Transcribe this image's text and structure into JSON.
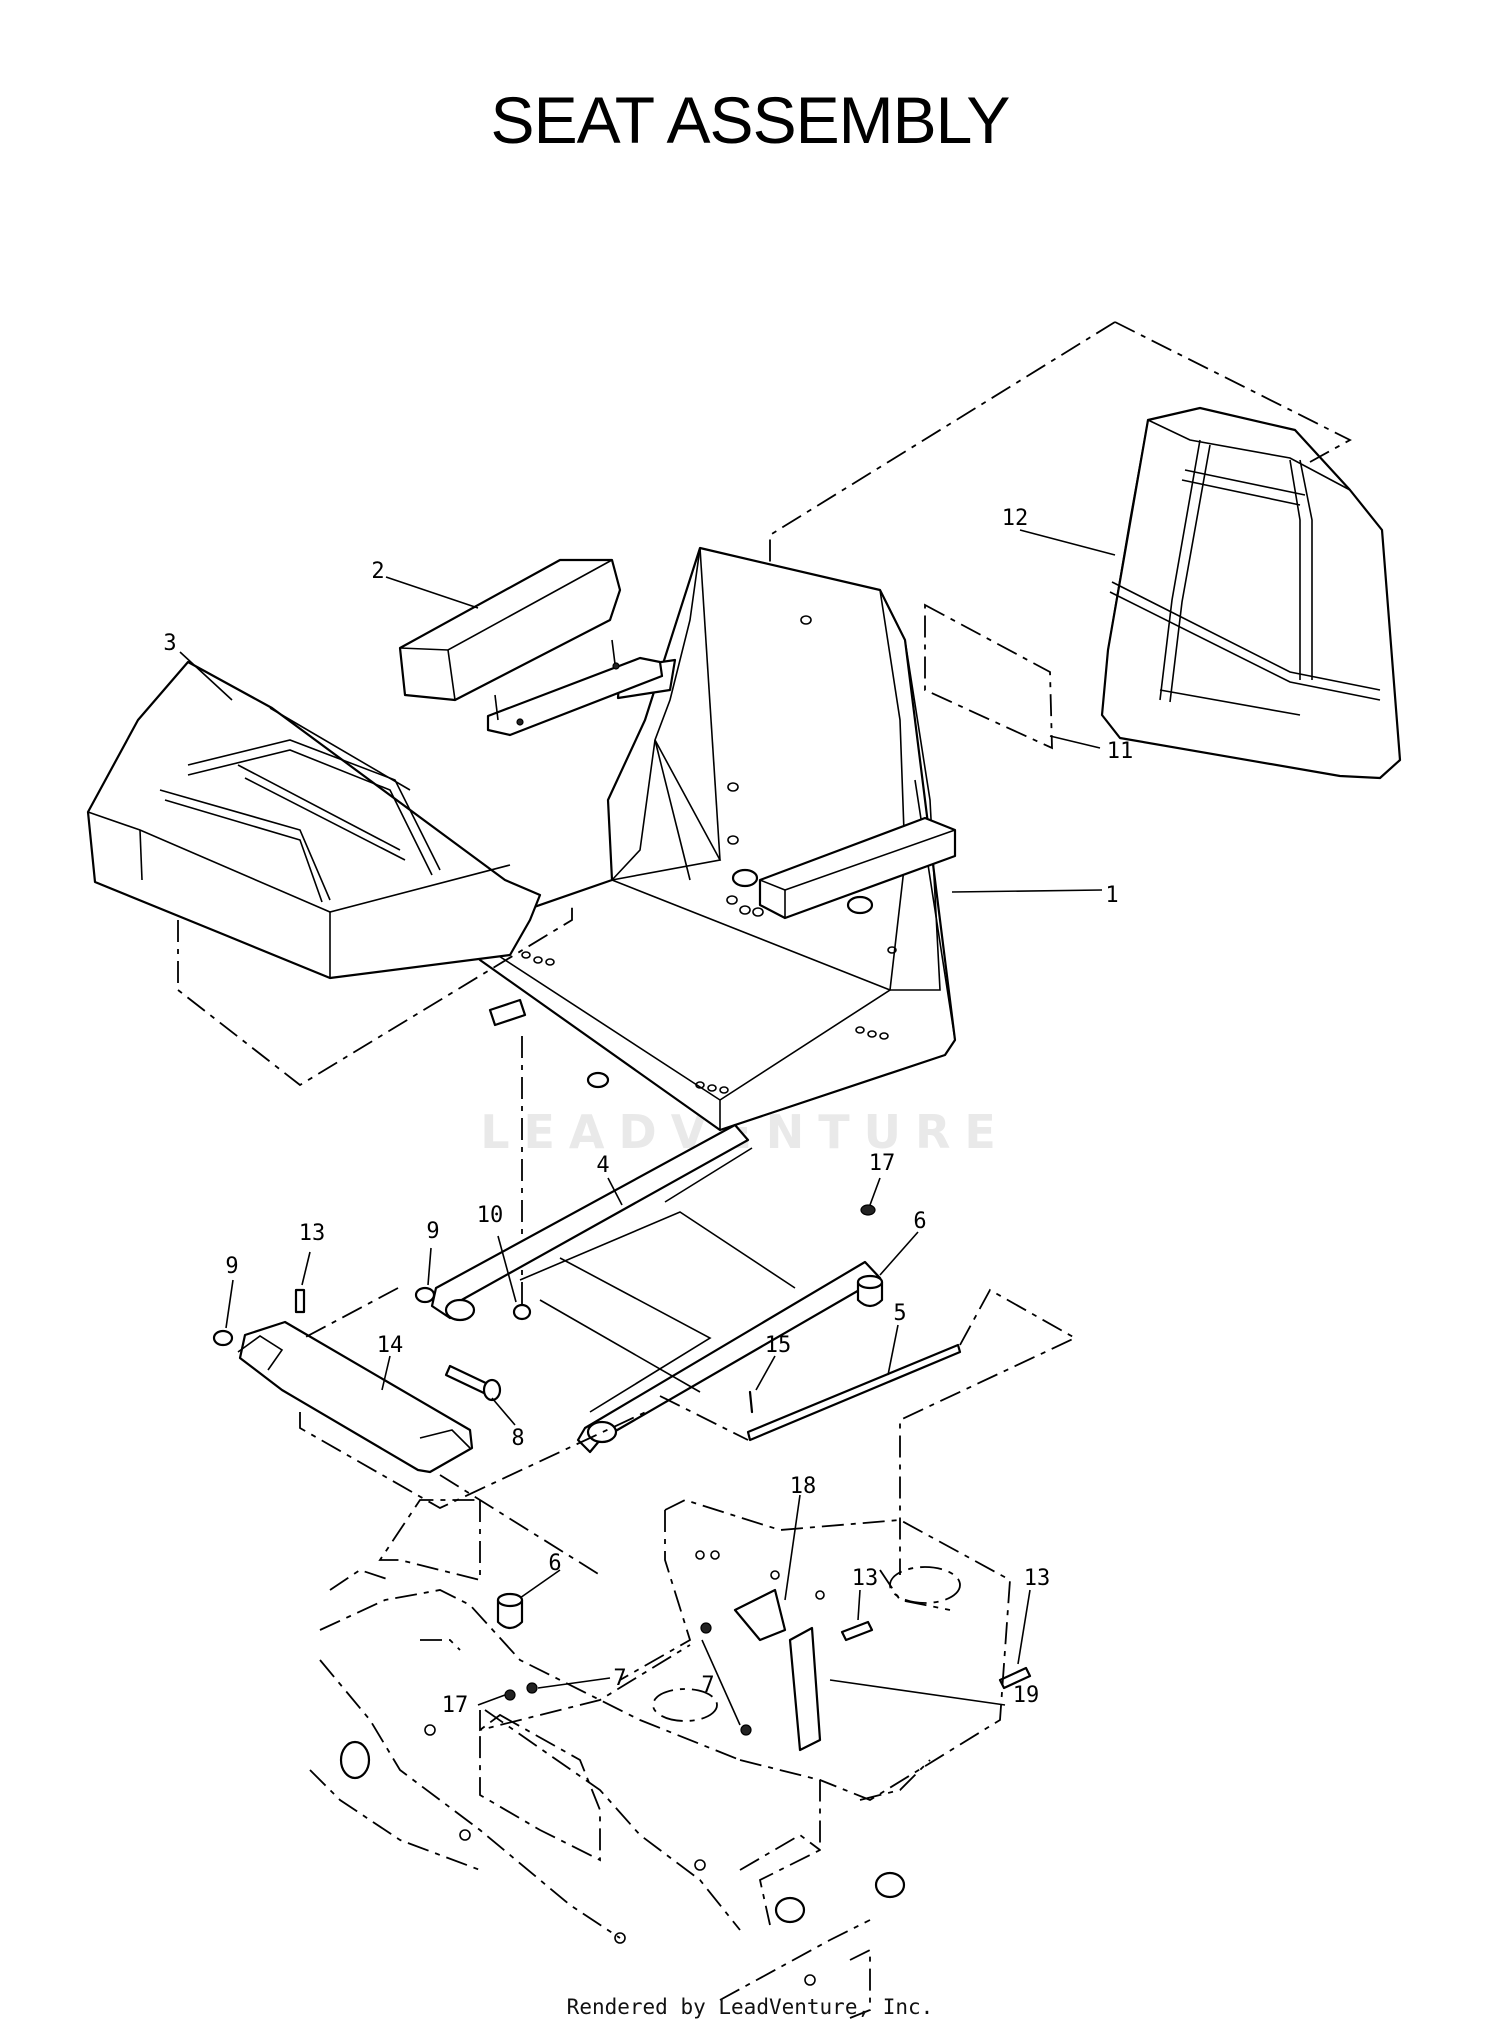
{
  "title": "SEAT ASSEMBLY",
  "footer": "Rendered by LeadVenture, Inc.",
  "watermark": "LEADVENTURE",
  "callouts": [
    {
      "id": "c1",
      "label": "1"
    },
    {
      "id": "c2",
      "label": "2"
    },
    {
      "id": "c3",
      "label": "3"
    },
    {
      "id": "c4",
      "label": "4"
    },
    {
      "id": "c5",
      "label": "5"
    },
    {
      "id": "c6a",
      "label": "6"
    },
    {
      "id": "c6b",
      "label": "6"
    },
    {
      "id": "c7a",
      "label": "7"
    },
    {
      "id": "c7b",
      "label": "7"
    },
    {
      "id": "c8",
      "label": "8"
    },
    {
      "id": "c9a",
      "label": "9"
    },
    {
      "id": "c9b",
      "label": "9"
    },
    {
      "id": "c10",
      "label": "10"
    },
    {
      "id": "c11",
      "label": "11"
    },
    {
      "id": "c12",
      "label": "12"
    },
    {
      "id": "c13a",
      "label": "13"
    },
    {
      "id": "c13b",
      "label": "13"
    },
    {
      "id": "c13c",
      "label": "13"
    },
    {
      "id": "c14",
      "label": "14"
    },
    {
      "id": "c15",
      "label": "15"
    },
    {
      "id": "c17a",
      "label": "17"
    },
    {
      "id": "c17b",
      "label": "17"
    },
    {
      "id": "c18",
      "label": "18"
    },
    {
      "id": "c19",
      "label": "19"
    }
  ]
}
